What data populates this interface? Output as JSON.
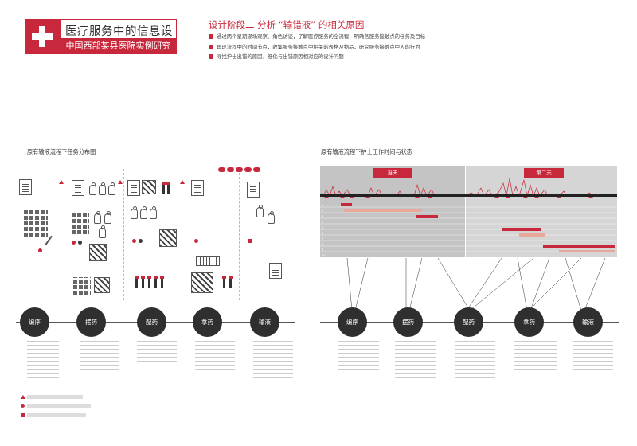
{
  "header": {
    "title": "医疗服务中的信息设计",
    "subtitle": "中国西部某县医院实例研究",
    "brand_color": "#c8283b",
    "logo_icon": "red-cross-icon"
  },
  "stage": {
    "title": "设计阶段二    分析 “输错液” 的相关原因",
    "bullets": [
      "通过两个星期现场观察、角色访谈，了解医疗服务的全流程，明确各服务接触点的任务及目标",
      "再现流程中的时间节点，收集服务接触点中相关的表格及物品，研究服务接触点中人的行为",
      "寻找护士出错的原因，细化与出错原因相对应的设计问题"
    ]
  },
  "left_panel": {
    "title": "原有输液流程下任务分布图",
    "steps": [
      "编序",
      "摆药",
      "配药",
      "拿药",
      "输液"
    ]
  },
  "right_panel": {
    "title": "原有输液流程下护士工作时间与状态",
    "day_labels": [
      "当天",
      "第二天"
    ],
    "steps": [
      "编序",
      "摆药",
      "配药",
      "拿药",
      "输液"
    ],
    "row_numbers": [
      "1",
      "2",
      "3",
      "4",
      "5",
      "6",
      "7",
      "8",
      "9",
      "10"
    ]
  },
  "colors": {
    "accent": "#c8283b",
    "dark": "#2f2f2f",
    "band_gray": "#c4c4c4",
    "band_gray_light": "#d5d5d5",
    "bar_light": "#e8a89a"
  }
}
